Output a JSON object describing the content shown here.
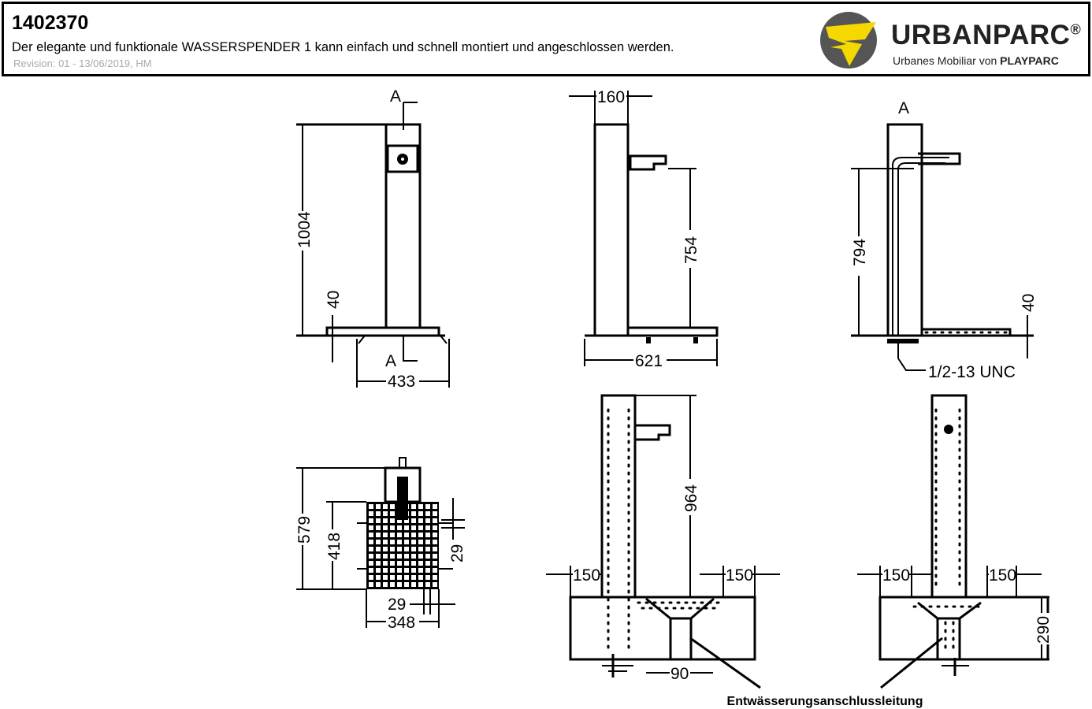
{
  "header": {
    "article_number": "1402370",
    "description": "Der elegante und funktionale WASSERSPENDER 1 kann einfach und schnell montiert und angeschlossen werden.",
    "revision": "Revision: 01 - 13/06/2019, HM"
  },
  "logo": {
    "brand": "URBANPARC",
    "registered": "®",
    "tagline_prefix": "Urbanes Mobiliar von ",
    "tagline_brand": "PLAYPARC",
    "colors": {
      "circle": "#555555",
      "accent": "#f5d800"
    }
  },
  "front_view": {
    "section_top": "A",
    "section_bottom": "A",
    "height": "1004",
    "base": "40",
    "width": "433"
  },
  "side_view": {
    "depth": "160",
    "tap_height": "754",
    "base_length": "621"
  },
  "section_view": {
    "label": "A",
    "tap_height": "794",
    "base": "40",
    "thread": "1/2-13 UNC"
  },
  "plan_view": {
    "total": "579",
    "plate": "418",
    "offset_right": "29",
    "offset_bottom": "29",
    "width": "348"
  },
  "install_front": {
    "left": "150",
    "right": "150",
    "height": "964",
    "drain": "90"
  },
  "install_side": {
    "left": "150",
    "right": "150",
    "depth": "290"
  },
  "drain_label": "Entwässerungsanschlussleitung"
}
